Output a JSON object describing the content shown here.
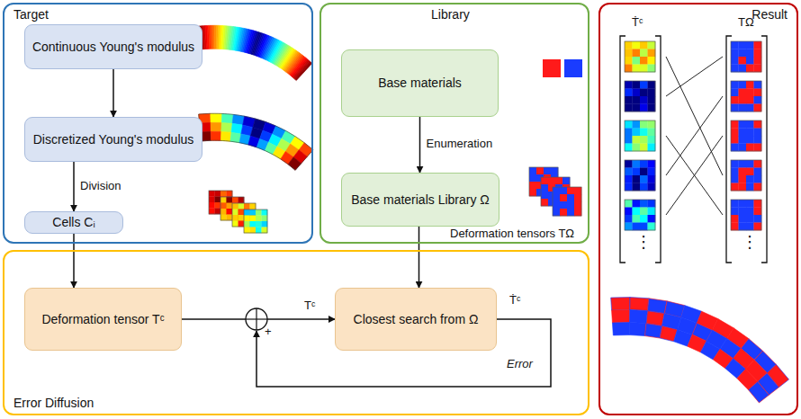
{
  "diagram": {
    "nodes": [
      {
        "text": [
          "Target"
        ]
      },
      {
        "text": [
          "Continuous Young's modulus"
        ],
        "in": 0
      },
      {
        "text": [
          "Discretized Young's modulus"
        ],
        "in": 0
      },
      {
        "text": [
          "Cells Cᵢ"
        ],
        "in": 0
      },
      {
        "text": [
          "Library"
        ]
      },
      {
        "text": [
          "Base materials"
        ],
        "in": 4
      },
      {
        "text": [
          "Base materials Library Ω"
        ],
        "in": 4
      },
      {
        "text": [
          "Result"
        ]
      },
      {
        "text": [
          "Error Diffusion"
        ]
      },
      {
        "text": [
          "Deformation tensor Tᶜ"
        ],
        "in": 8
      },
      {
        "text": [
          "Closest search from Ω"
        ],
        "in": 8
      }
    ],
    "edges": [
      {
        "from": 1,
        "to": 2,
        "arrow": "to"
      },
      {
        "from": 2,
        "to": 3,
        "label": "Division",
        "arrow": "to"
      },
      {
        "from": 5,
        "to": 6,
        "label": "Enumeration",
        "arrow": "to"
      },
      {
        "from": 3,
        "to": 9,
        "arrow": "to"
      },
      {
        "from": 6,
        "to": 10,
        "arrow": "to"
      },
      {
        "from": 9,
        "to": 10,
        "label": "Tᶜ",
        "arrow": "to"
      }
    ],
    "labels": [
      "Deformation tensors TΩ",
      "+",
      "Ṫᶜ",
      "Error",
      "Ṫᶜ",
      "TΩ",
      "⋮",
      "⋮"
    ]
  }
}
